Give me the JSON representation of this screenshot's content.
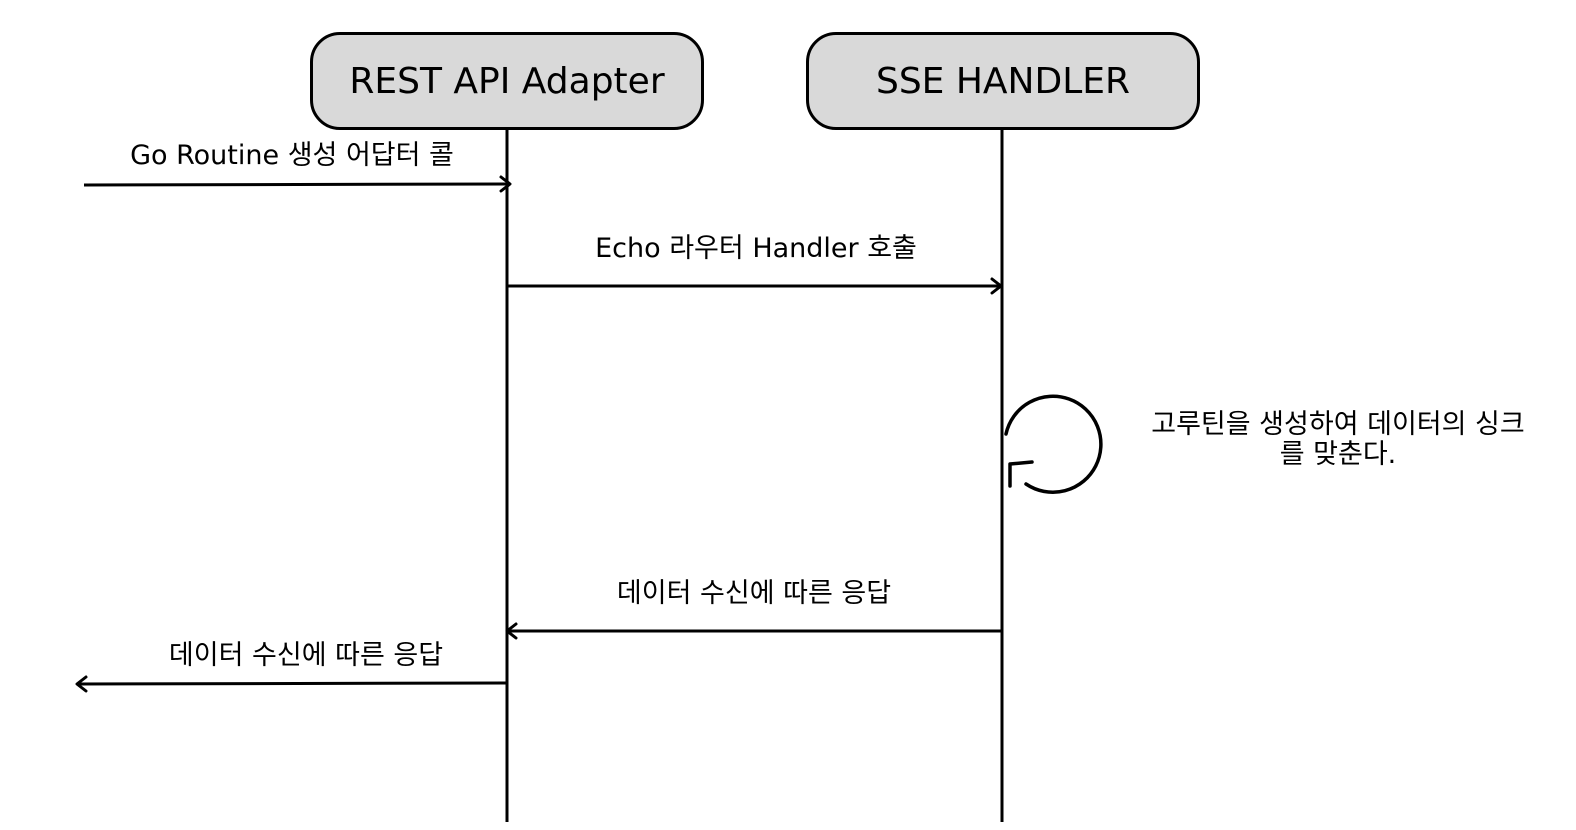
{
  "participants": {
    "rest_api_adapter": "REST API Adapter",
    "sse_handler": "SSE HANDLER"
  },
  "messages": {
    "go_routine_call": "Go Routine 생성 어답터 콜",
    "echo_handler_call": "Echo 라우터 Handler 호출",
    "self_sync": "고루틴을 생성하여  데이터의 싱크\n를 맞춘다.",
    "sse_response": "데이터 수신에 따른 응답",
    "adapter_response": "데이터 수신에 따른 응답"
  },
  "colors": {
    "box_fill": "#d9d9d9",
    "line": "#000000"
  }
}
